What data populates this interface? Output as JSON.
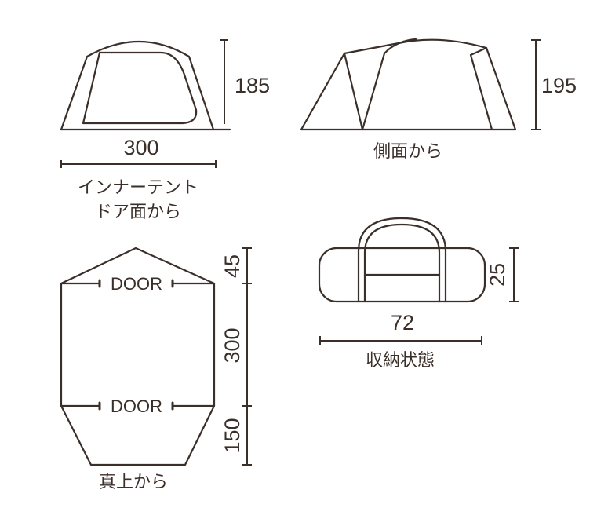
{
  "front_view": {
    "height": "185",
    "width": "300",
    "caption_line1": "インナーテント",
    "caption_line2": "ドア面から"
  },
  "side_view": {
    "height": "195",
    "caption": "側面から"
  },
  "top_view": {
    "door_top": "DOOR",
    "door_bottom": "DOOR",
    "dim_front": "45",
    "dim_body": "300",
    "dim_rear": "150",
    "caption": "真上から"
  },
  "packed_view": {
    "height": "25",
    "width": "72",
    "caption": "収納状態"
  },
  "colors": {
    "line": "#3b2f2a"
  }
}
